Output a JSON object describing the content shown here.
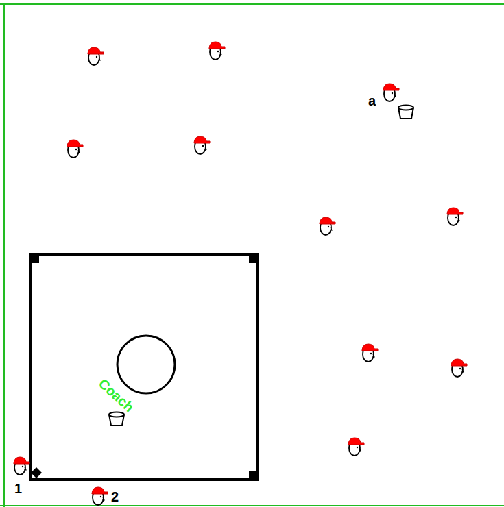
{
  "diagram": {
    "labels": [
      "a",
      "Coach",
      "1",
      "2"
    ]
  }
}
